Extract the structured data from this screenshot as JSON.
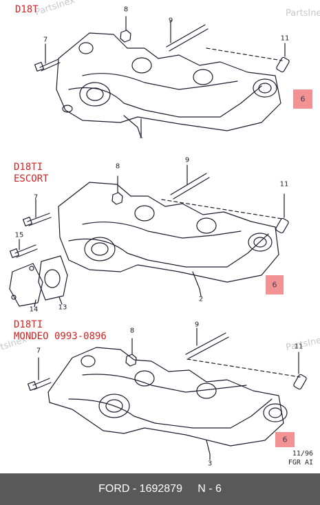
{
  "watermark": "PartsInex",
  "sections": [
    {
      "title_line1": "D18T",
      "title_line2": ""
    },
    {
      "title_line1": "D18TI",
      "title_line2": "ESCORT"
    },
    {
      "title_line1": "D18TI",
      "title_line2": "MONDEO 0993-0896"
    }
  ],
  "callouts": {
    "s1": [
      "8",
      "7",
      "9",
      "11",
      "6",
      "1"
    ],
    "s2": [
      "8",
      "9",
      "7",
      "11",
      "15",
      "6",
      "14",
      "13",
      "2"
    ],
    "s3": [
      "8",
      "9",
      "7",
      "11",
      "6",
      "3"
    ]
  },
  "highlight_color": "#f08080",
  "stamp": {
    "date": "11/96",
    "code": "FGR AI"
  },
  "footer": {
    "text": "FORD - 1692879     N - 6"
  }
}
